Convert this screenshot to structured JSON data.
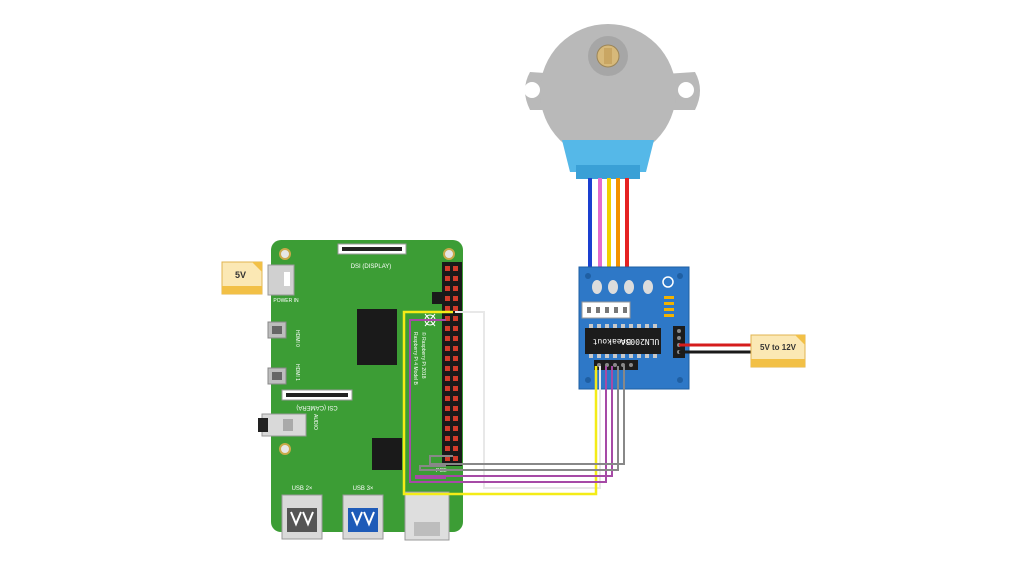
{
  "raspberry_pi": {
    "label_power": "POWER IN",
    "label_hdmi0": "HDMI 0",
    "label_hdmi1": "HDMI 1",
    "label_dsi": "DSI (DISPLAY)",
    "label_csi": "CSI (CAMERA)",
    "label_audio": "AUDIO",
    "label_usb2": "USB 2×",
    "label_usb3": "USB 3×",
    "label_model": "Raspberry Pi 4 Model B",
    "label_copyright": "© Raspberry Pi 2018",
    "label_poe": "POE",
    "board_color": "#3c9d35"
  },
  "driver_board": {
    "chip_label": "ULN2003A",
    "chip_brand": "breakout",
    "board_color": "#2e78c7"
  },
  "stepper_motor": {
    "body_color": "#b9b9b9",
    "connector_color": "#55b8e8"
  },
  "power_notes": {
    "pi": "5V",
    "driver": "5V to 12V"
  },
  "wire_colors": {
    "motor": [
      "#1a3fd0",
      "#e46ccf",
      "#f0d000",
      "#f39200",
      "#e52222"
    ],
    "yellow": "#f4ec17",
    "purple": "#a64aa6",
    "grey": "#888888",
    "white": "#e8e8e8",
    "red": "#d51d1d",
    "black": "#1a1a1a"
  }
}
